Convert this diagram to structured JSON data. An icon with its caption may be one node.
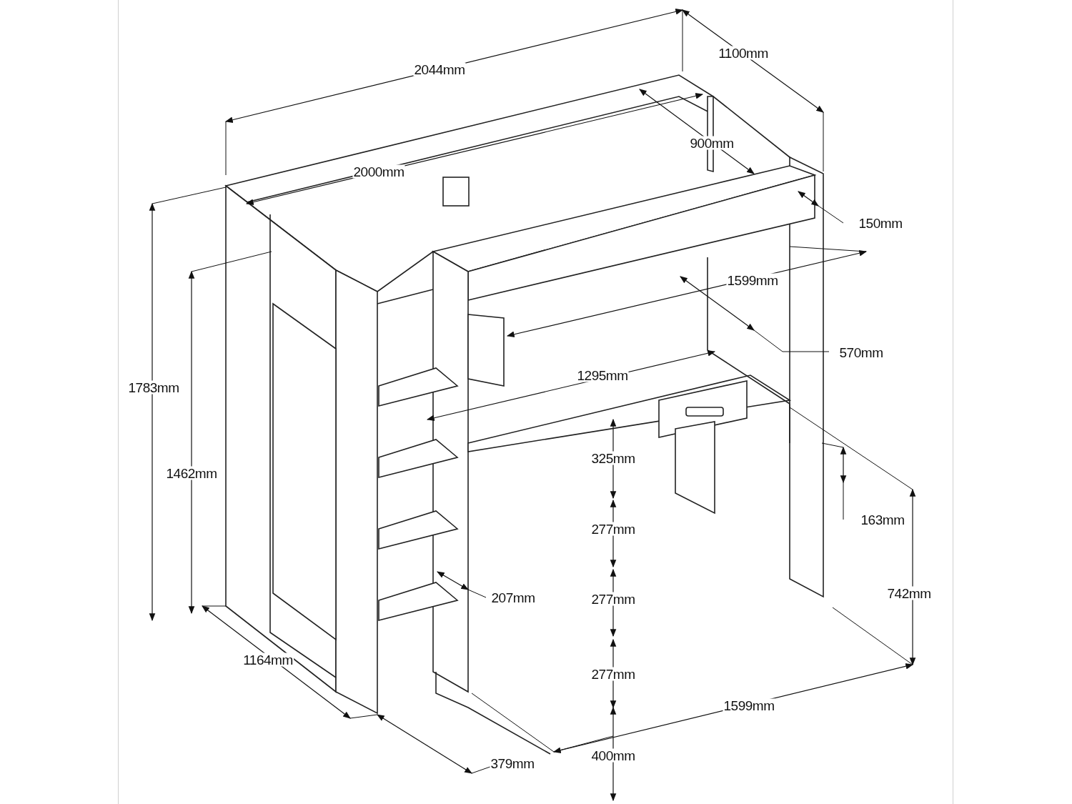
{
  "diagram": {
    "labels": [
      "2044mm",
      "1100mm",
      "900mm",
      "2000mm",
      "150mm",
      "1783mm",
      "1599mm",
      "1462mm",
      "570mm",
      "1295mm",
      "325mm",
      "163mm",
      "277mm",
      "742mm",
      "207mm",
      "277mm",
      "1164mm",
      "277mm",
      "1599mm",
      "400mm",
      "379mm"
    ]
  }
}
